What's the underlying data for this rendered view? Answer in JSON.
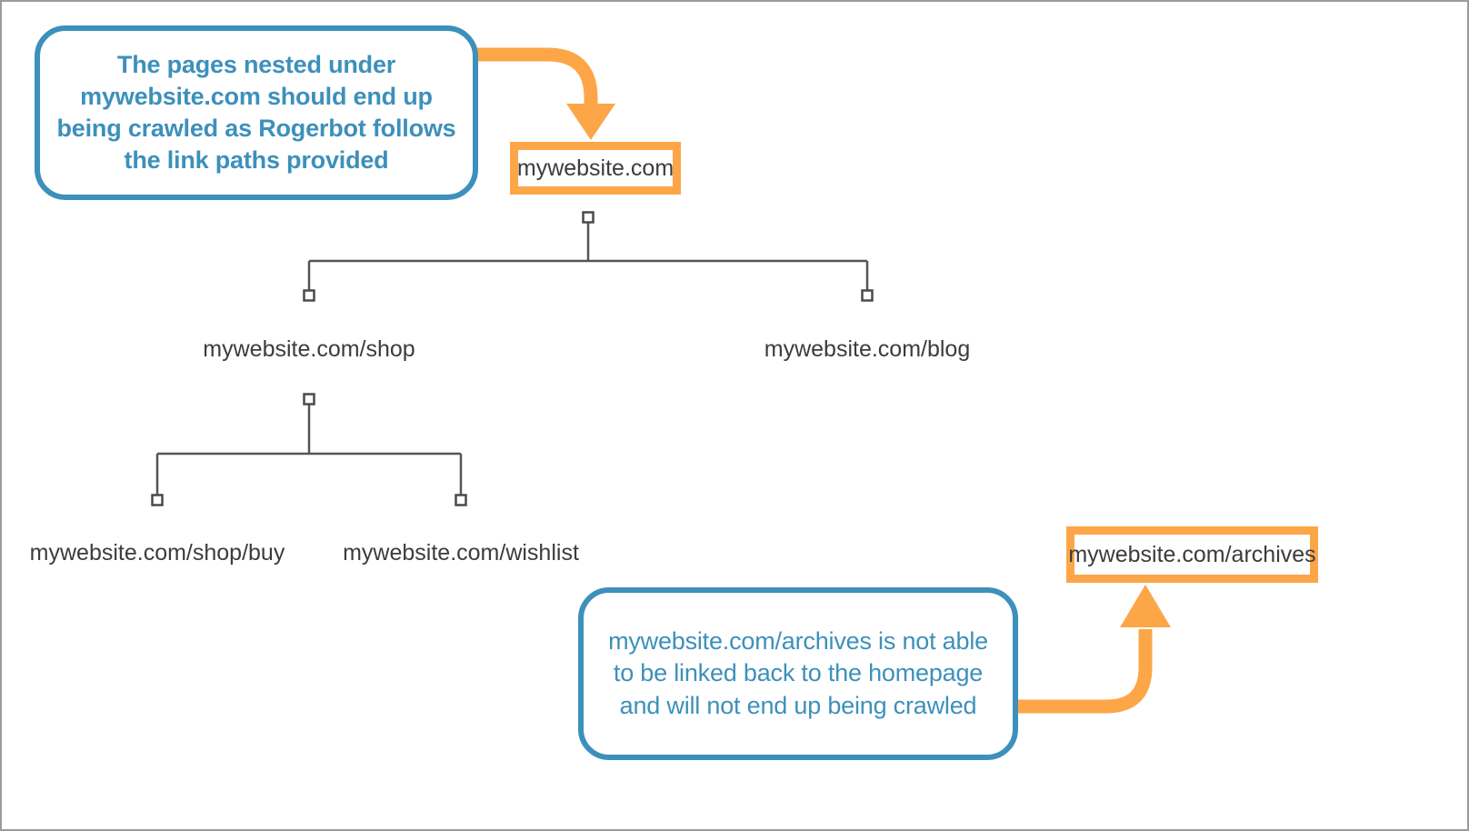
{
  "diagram": {
    "title": "Rogerbot crawl path site structure",
    "colors": {
      "accent_orange": "#fda648",
      "accent_blue": "#3d90bb",
      "node_text": "#3c3c3c",
      "connector_line": "#555555",
      "frame_border": "#9b9b9b",
      "background": "#ffffff"
    }
  },
  "callouts": [
    {
      "id": "crawled",
      "text": "The pages nested under mywebsite.com should end up being crawled as Rogerbot follows the link paths provided"
    },
    {
      "id": "not-crawled",
      "text": "mywebsite.com/archives is not able to be linked back to the homepage and will not end up being crawled"
    }
  ],
  "highlighted_boxes": [
    {
      "id": "home",
      "label": "mywebsite.com"
    },
    {
      "id": "archives",
      "label": "mywebsite.com/archives"
    }
  ],
  "tree_nodes": [
    {
      "id": "home",
      "label": "mywebsite.com",
      "level": 0
    },
    {
      "id": "shop",
      "label": "mywebsite.com/shop",
      "level": 1
    },
    {
      "id": "blog",
      "label": "mywebsite.com/blog",
      "level": 1
    },
    {
      "id": "shop-buy",
      "label": "mywebsite.com/shop/buy",
      "level": 2
    },
    {
      "id": "wishlist",
      "label": "mywebsite.com/wishlist",
      "level": 2
    }
  ],
  "orphan_nodes": [
    {
      "id": "archives",
      "label": "mywebsite.com/archives"
    }
  ],
  "arrows": [
    {
      "id": "callout-to-home",
      "from": "crawled-callout",
      "to": "mywebsite.com",
      "direction": "down"
    },
    {
      "id": "callout-to-archives",
      "from": "not-crawled-callout",
      "to": "mywebsite.com/archives",
      "direction": "up"
    }
  ]
}
